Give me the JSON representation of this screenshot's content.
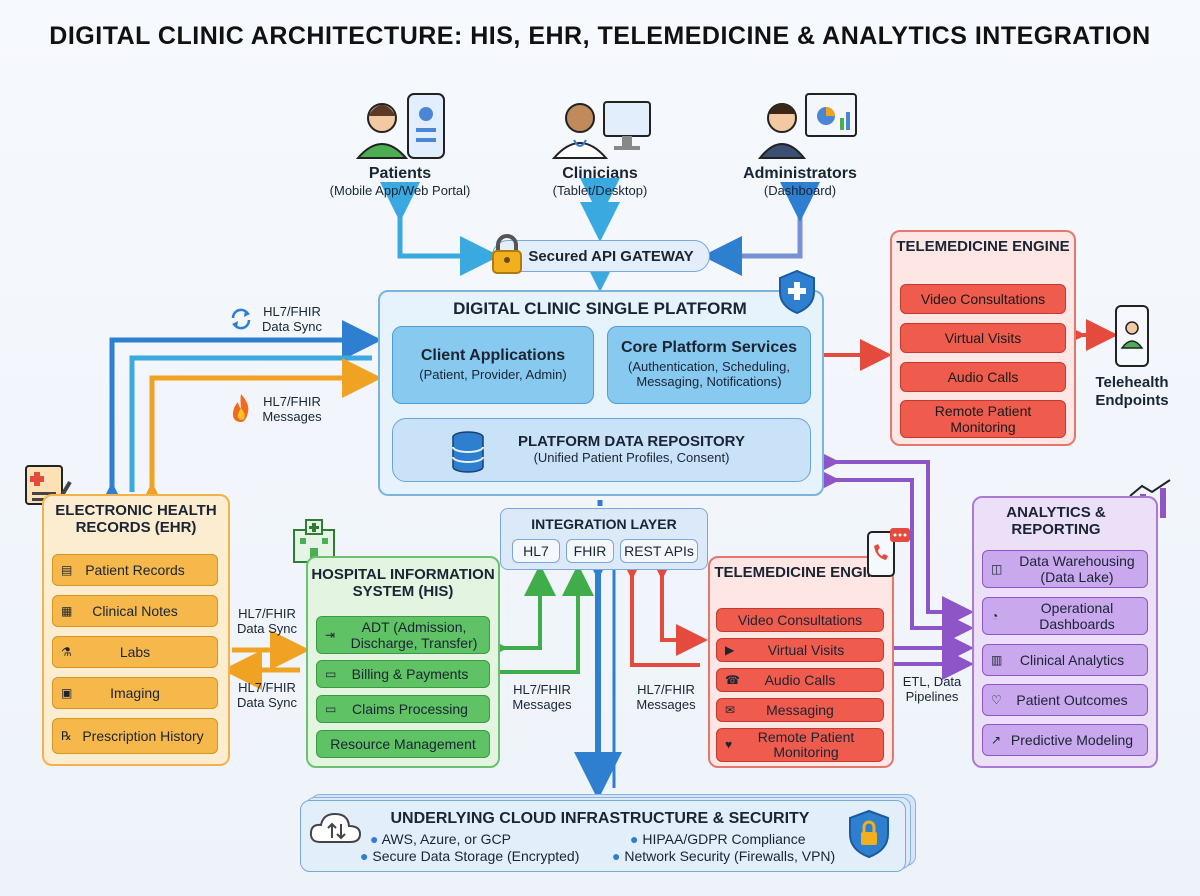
{
  "title": "DIGITAL CLINIC ARCHITECTURE:  HIS, EHR, TELEMEDICINE & ANALYTICS INTEGRATION",
  "users": [
    {
      "name": "Patients",
      "sub": "(Mobile App/Web Portal)"
    },
    {
      "name": "Clinicians",
      "sub": "(Tablet/Desktop)"
    },
    {
      "name": "Administrators",
      "sub": "(Dashboard)"
    }
  ],
  "gateway": "Secured API GATEWAY",
  "platform": {
    "title": "DIGITAL CLINIC SINGLE PLATFORM",
    "client": {
      "title": "Client Applications",
      "sub": "(Patient, Provider, Admin)"
    },
    "core": {
      "title": "Core Platform Services",
      "sub": "(Authentication, Scheduling, Messaging, Notifications)"
    },
    "repo": {
      "title": "PLATFORM DATA REPOSITORY",
      "sub": "(Unified Patient Profiles, Consent)"
    }
  },
  "tele_top": {
    "title": "TELEMEDICINE ENGINE",
    "items": [
      "Video Consultations",
      "Virtual Visits",
      "Audio Calls",
      "Remote Patient Monitoring"
    ]
  },
  "telehealth": "Telehealth Endpoints",
  "labels": {
    "sync_top": "HL7/FHIR Data Sync",
    "msg_top": "HL7/FHIR Messages",
    "sync_mid": "HL7/FHIR Data Sync",
    "sync_low": "HL7/FHIR Data Sync",
    "msg_his": "HL7/FHIR Messages",
    "msg_tele": "HL7/FHIR Messages",
    "etl": "ETL, Data Pipelines"
  },
  "ehr": {
    "title": "ELECTRONIC HEALTH RECORDS (EHR)",
    "items": [
      "Patient Records",
      "Clinical Notes",
      "Labs",
      "Imaging",
      "Prescription History"
    ]
  },
  "his": {
    "title": "HOSPITAL INFORMATION SYSTEM (HIS)",
    "items": [
      "ADT (Admission, Discharge, Transfer)",
      "Billing & Payments",
      "Claims Processing",
      "Resource Management"
    ]
  },
  "integration": {
    "title": "INTEGRATION LAYER",
    "items": [
      "HL7",
      "FHIR",
      "REST APIs"
    ]
  },
  "tele_mid": {
    "title": "TELEMEDICINE ENGINE",
    "items": [
      "Video Consultations",
      "Virtual Visits",
      "Audio Calls",
      "Messaging",
      "Remote Patient Monitoring"
    ]
  },
  "analytics": {
    "title": "ANALYTICS & REPORTING",
    "items": [
      "Data Warehousing (Data Lake)",
      "Operational Dashboards",
      "Clinical Analytics",
      "Patient Outcomes",
      "Predictive Modeling"
    ]
  },
  "cloud": {
    "title": "UNDERLYING CLOUD INFRASTRUCTURE & SECURITY",
    "items": [
      "AWS, Azure, or GCP",
      "HIPAA/GDPR Compliance",
      "Secure Data Storage (Encrypted)",
      "Network Security (Firewalls, VPN)"
    ]
  },
  "colors": {
    "blue": "#2f7fd1",
    "orange": "#f0a323",
    "green": "#3fae4a",
    "red": "#e54b3c",
    "purple": "#8e55c9",
    "cyan": "#3aa9e0"
  }
}
